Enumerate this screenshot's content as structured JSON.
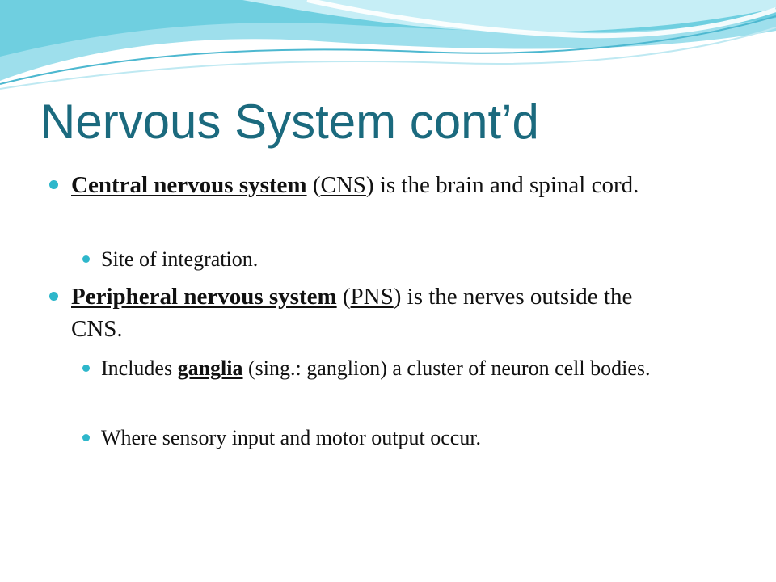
{
  "slide": {
    "title": "Nervous System cont’d",
    "bullets": [
      {
        "level": 1,
        "term": "Central nervous system",
        "open": " (",
        "abbr": "CNS",
        "rest": ") is the brain and spinal cord."
      },
      {
        "level": 2,
        "text": "Site of integration."
      },
      {
        "level": 1,
        "term": "Peripheral nervous system",
        "open": " (",
        "abbr": "PNS",
        "rest": ") is the nerves outside the CNS."
      },
      {
        "level": 2,
        "prefix": "Includes ",
        "term": "ganglia",
        "rest": " (sing.: ganglion) a cluster of neuron cell bodies."
      },
      {
        "level": 2,
        "text": "Where sensory input and motor output occur."
      }
    ]
  },
  "theme": {
    "title_color": "#1b6a7e",
    "bullet_color": "#2eb7cb",
    "wave_colors": [
      "#6fcfe0",
      "#9edfec",
      "#c6eef6",
      "#4db8d0"
    ]
  }
}
